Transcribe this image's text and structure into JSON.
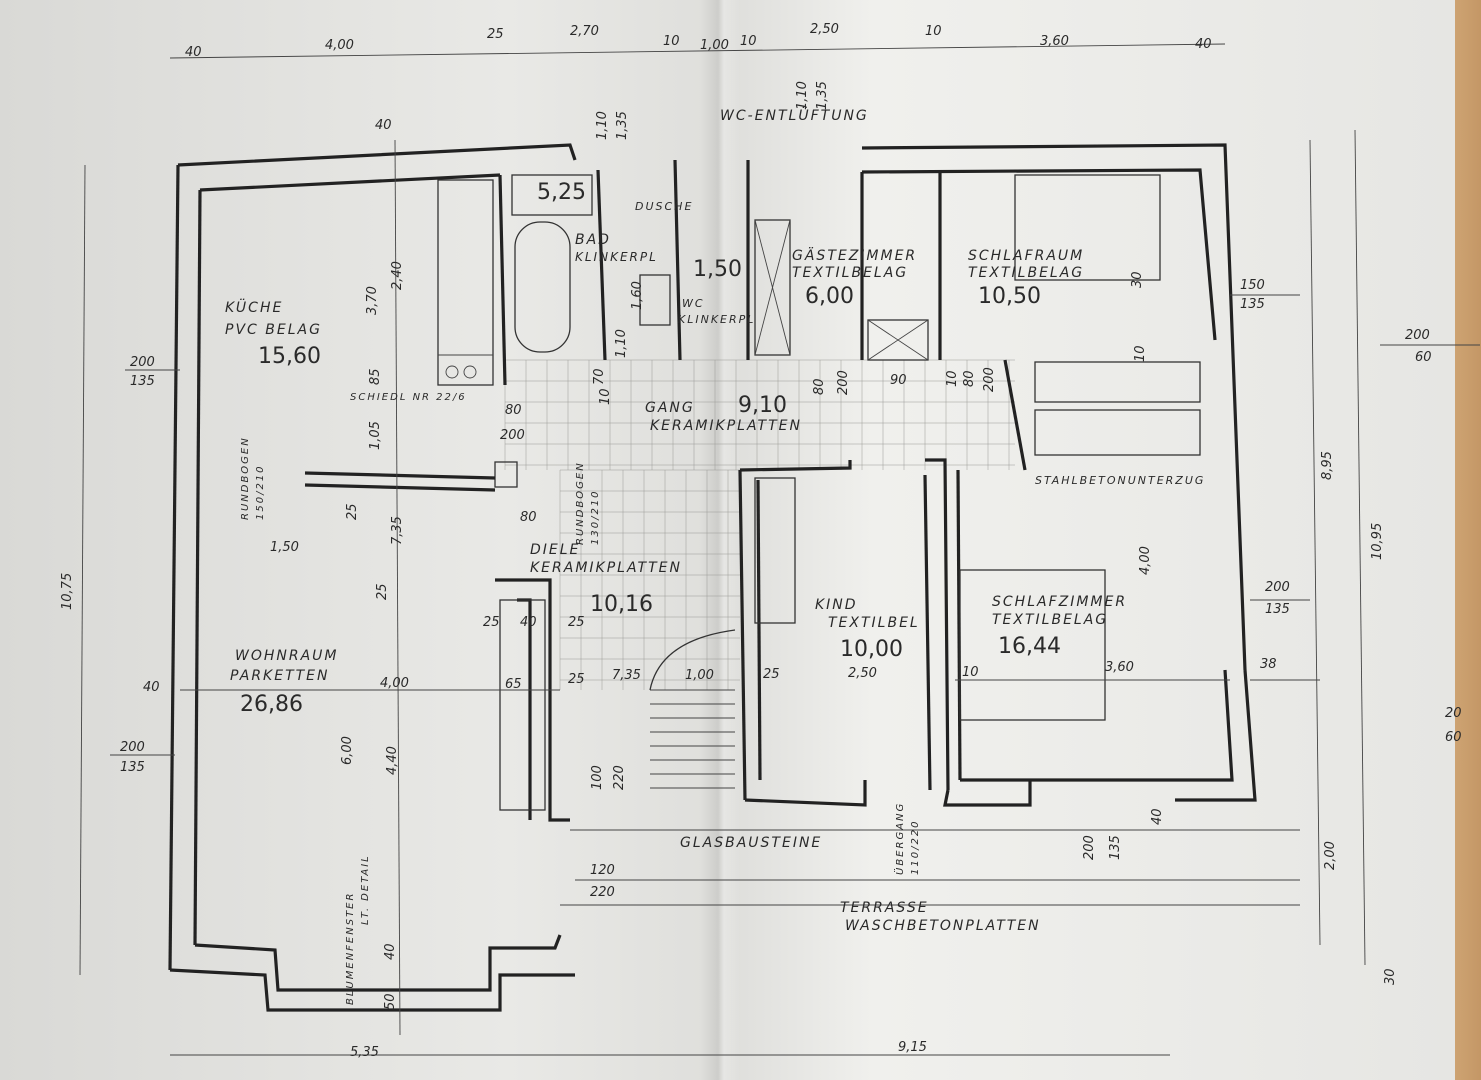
{
  "rooms": {
    "kueche": {
      "name": "KÜCHE",
      "floor": "PVC BELAG",
      "area": "15,60"
    },
    "bad": {
      "name": "BAD",
      "floor": "KLINKERPL",
      "area": "5,25"
    },
    "dusche": {
      "name": "DUSCHE"
    },
    "wc": {
      "name": "WC",
      "floor": "KLINKERPL",
      "area": "1,50"
    },
    "gaestezimmer": {
      "name": "GÄSTEZIMMER",
      "floor": "TEXTILBELAG",
      "area": "6,00"
    },
    "schlafraum": {
      "name": "SCHLAFRAUM",
      "floor": "TEXTILBELAG",
      "area": "10,50"
    },
    "gang": {
      "name": "GANG",
      "floor": "KERAMIKPLATTEN",
      "area": "9,10"
    },
    "diele": {
      "name": "DIELE",
      "floor": "KERAMIKPLATTEN",
      "area": "10,16"
    },
    "kind": {
      "name": "KIND",
      "floor": "TEXTILBEL",
      "area": "10,00"
    },
    "schlafzimmer": {
      "name": "SCHLAFZIMMER",
      "floor": "TEXTILBELAG",
      "area": "16,44"
    },
    "wohnraum": {
      "name": "WOHNRAUM",
      "floor": "PARKETTEN",
      "area": "26,86"
    }
  },
  "notes": {
    "wc_entlueftung": "WC-ENTLÜFTUNG",
    "schiedl": "SCHIEDL NR 22/6",
    "stahlbeton": "STAHLBETONUNTERZUG",
    "glasbausteine": "GLASBAUSTEINE",
    "terrasse": "TERRASSE",
    "waschbeton": "WASCHBETONPLATTEN",
    "rundbogen_left": "RUNDBOGEN",
    "rundbogen_left_dim": "150/210",
    "rundbogen_mid": "RUNDBOGEN",
    "rundbogen_mid_dim": "130/210",
    "uebergang": "ÜBERGANG",
    "uebergang_dim": "110/220",
    "blumenfenster": "BLUMENFENSTER",
    "blumenfenster2": "LT. DETAIL"
  },
  "dims": {
    "top": [
      "40",
      "4,00",
      "25",
      "2,70",
      "10",
      "1,00",
      "10",
      "2,50",
      "10",
      "3,60",
      "40"
    ],
    "top_vert_a": "1,10",
    "top_vert_b": "1,35",
    "top_vert_c": "1,10",
    "top_vert_d": "1,35",
    "bottom_left": "5,35",
    "bottom_right": "9,15",
    "left_total": "10,75",
    "right_total": "10,95",
    "right_mid": "8,95",
    "d40a": "40",
    "d240": "2,40",
    "d370": "3,70",
    "d85": "85",
    "d105": "1,05",
    "d735": "7,35",
    "d25a": "25",
    "d25b": "25",
    "d150w": "1,50",
    "d400w": "4,00",
    "d600": "6,00",
    "d440": "4,40",
    "d40b": "40",
    "d50": "50",
    "win_k_top": "200",
    "win_k_bot": "135",
    "win_w_top": "200",
    "win_w_bot": "135",
    "win_l40": "40",
    "win_sr_top": "150",
    "win_sr_bot": "135",
    "win_sz_top": "200",
    "win_sz_bot": "135",
    "win_edge_top": "200",
    "win_edge_bot": "60",
    "win_edge2_top": "20",
    "win_edge2_bot": "60",
    "d38": "38",
    "d80a": "80",
    "d200a": "200",
    "d80b": "80",
    "d25c": "25",
    "d40c": "40",
    "d25d": "25",
    "d65": "65",
    "d25e": "25",
    "d735b": "7,35",
    "d100": "1,00",
    "d25f": "25",
    "d250": "2,50",
    "d10a": "10",
    "d360": "3,60",
    "d400k": "4,00",
    "d120": "120",
    "d220": "220",
    "d100v": "100",
    "d220v": "220",
    "d200t": "200",
    "d135t": "135",
    "d40t": "40",
    "d200r": "2,00",
    "d30": "30",
    "d10b": "10",
    "d80c": "80",
    "d200b": "200",
    "d70": "70",
    "d90": "90",
    "d10c": "10",
    "d80d": "80",
    "d200c": "200",
    "d10d": "10",
    "d110": "1,10",
    "d160": "1,60",
    "d30b": "30"
  }
}
